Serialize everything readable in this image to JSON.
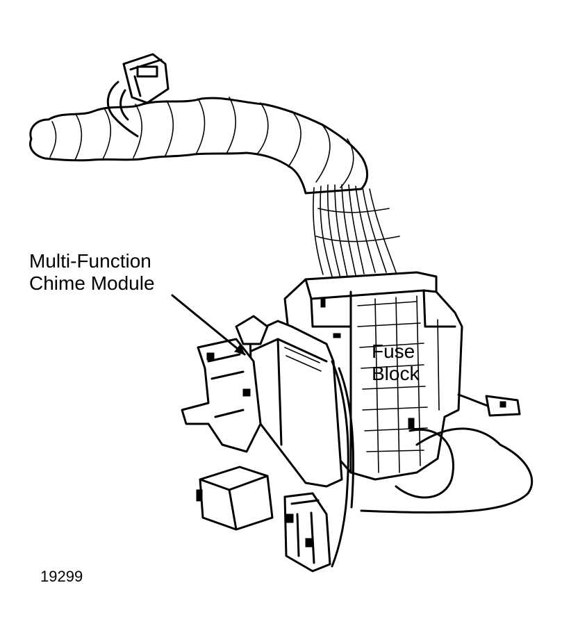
{
  "labels": {
    "chime_module_line1": "Multi-Function",
    "chime_module_line2": "Chime Module",
    "fuse_block_line1": "Fuse",
    "fuse_block_line2": "Block"
  },
  "figure_number": "19299",
  "colors": {
    "ink": "#000000",
    "background": "#ffffff"
  }
}
